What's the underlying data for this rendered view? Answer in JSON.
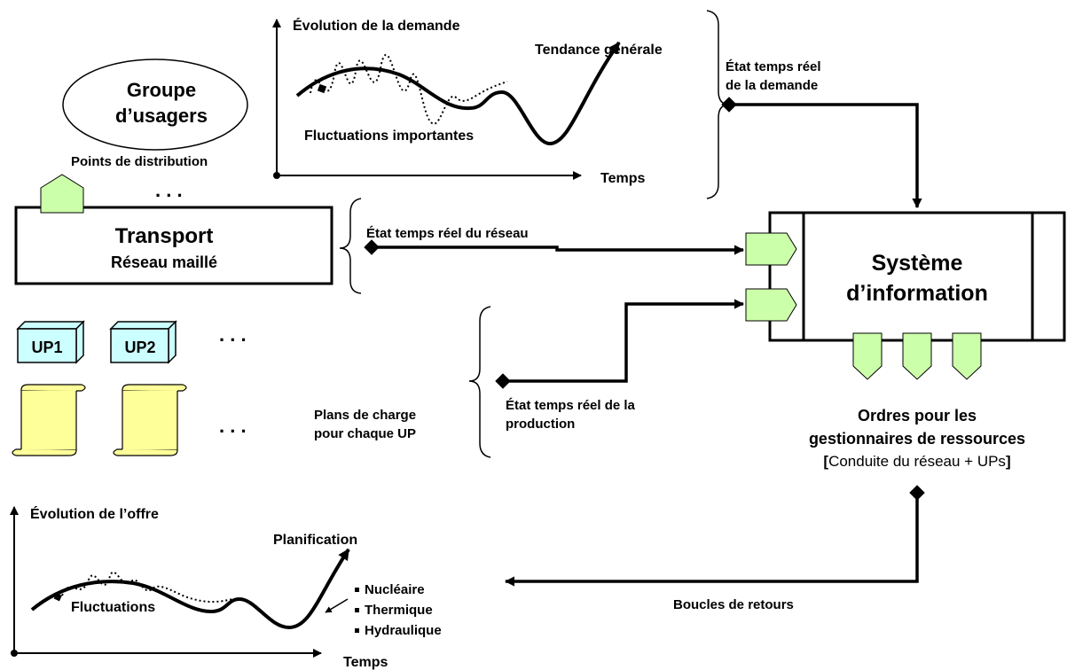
{
  "demand_chart": {
    "title": "Évolution de la demande",
    "trend_label": "Tendance générale",
    "fluctuations_label": "Fluctuations importantes",
    "x_label": "Temps"
  },
  "user_group": {
    "line1": "Groupe",
    "line2": "d’usagers"
  },
  "distribution": {
    "label": "Points de distribution",
    "ellipsis": ". . ."
  },
  "transport": {
    "title": "Transport",
    "subtitle": "Réseau maillé"
  },
  "production_units": {
    "up1": "UP1",
    "up2": "UP2",
    "ellipsis": ". . .",
    "plans_ellipsis": ". . ."
  },
  "plans": {
    "line1": "Plans de charge",
    "line2": "pour chaque UP"
  },
  "realtime": {
    "demand_line1": "État temps réel",
    "demand_line2": "de la demande",
    "network": "État temps réel du réseau",
    "production_line1": "État temps réel de la",
    "production_line2": "production"
  },
  "info_system": {
    "line1": "Système",
    "line2": "d’information"
  },
  "orders": {
    "line1": "Ordres pour les",
    "line2": "gestionnaires de ressources",
    "bracket_open": "[",
    "line3_inner": "Conduite du réseau + UPs",
    "bracket_close": "]"
  },
  "feedback": {
    "label": "Boucles de retours"
  },
  "supply_chart": {
    "title": "Évolution de l’offre",
    "planning_label": "Planification",
    "fluctuations_label": "Fluctuations",
    "x_label": "Temps",
    "sources": [
      "Nucléaire",
      "Thermique",
      "Hydraulique"
    ]
  },
  "colors": {
    "green": "#ccffaa",
    "cube": "#ccffff",
    "scroll": "#ffff99"
  }
}
